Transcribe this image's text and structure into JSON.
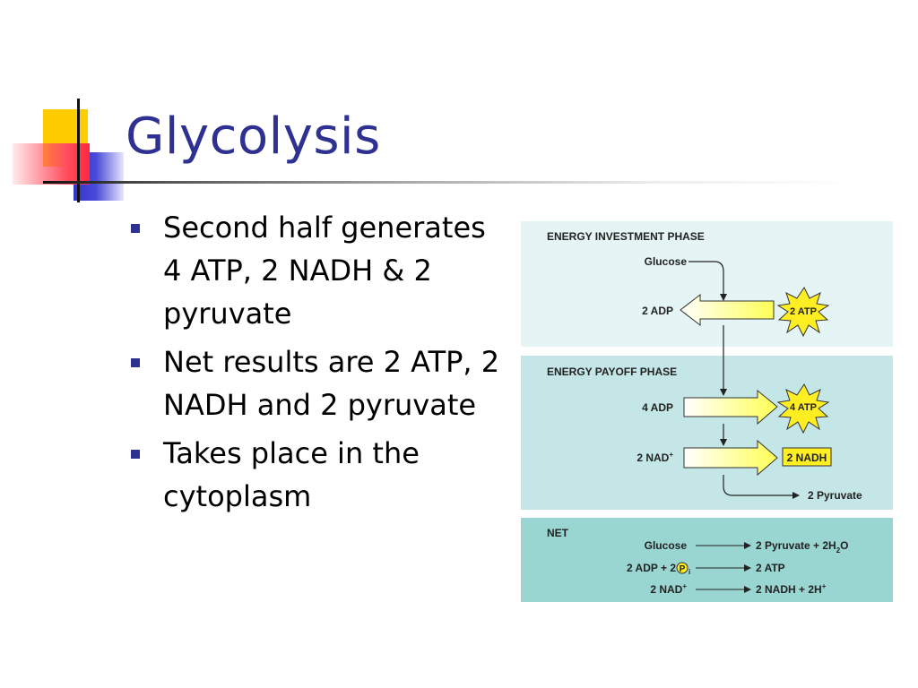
{
  "slide": {
    "title": "Glycolysis",
    "bullets": [
      "Second half generates 4 ATP, 2 NADH & 2 pyruvate",
      "Net results are 2 ATP, 2 NADH and 2 pyruvate",
      "Takes place in the cytoplasm"
    ]
  },
  "diagram": {
    "investment": {
      "heading": "ENERGY INVESTMENT PHASE",
      "glucose": "Glucose",
      "adp": "2 ADP",
      "atp": "2 ATP"
    },
    "payoff": {
      "heading": "ENERGY PAYOFF PHASE",
      "adp": "4 ADP",
      "atp": "4 ATP",
      "nad": "2 NAD",
      "nadh": "2 NADH",
      "pyruvate": "2 Pyruvate"
    },
    "net": {
      "heading": "NET",
      "row1_left": "Glucose",
      "row1_right": "2 Pyruvate + 2H",
      "row1_right_sub": "2",
      "row1_right_tail": "O",
      "row2_left": "2 ADP + 2",
      "row2_circle": "P",
      "row2_sub": "i",
      "row2_right": "2 ATP",
      "row3_left": "2 NAD",
      "row3_right": "2 NADH + 2H",
      "plus": "+"
    },
    "colors": {
      "investment_bg": "#e5f4f4",
      "payoff_bg": "#c5e6e6",
      "net_bg": "#99d6d2",
      "arrow_yellow": "#ffff66",
      "starburst": "#ffee22"
    }
  }
}
